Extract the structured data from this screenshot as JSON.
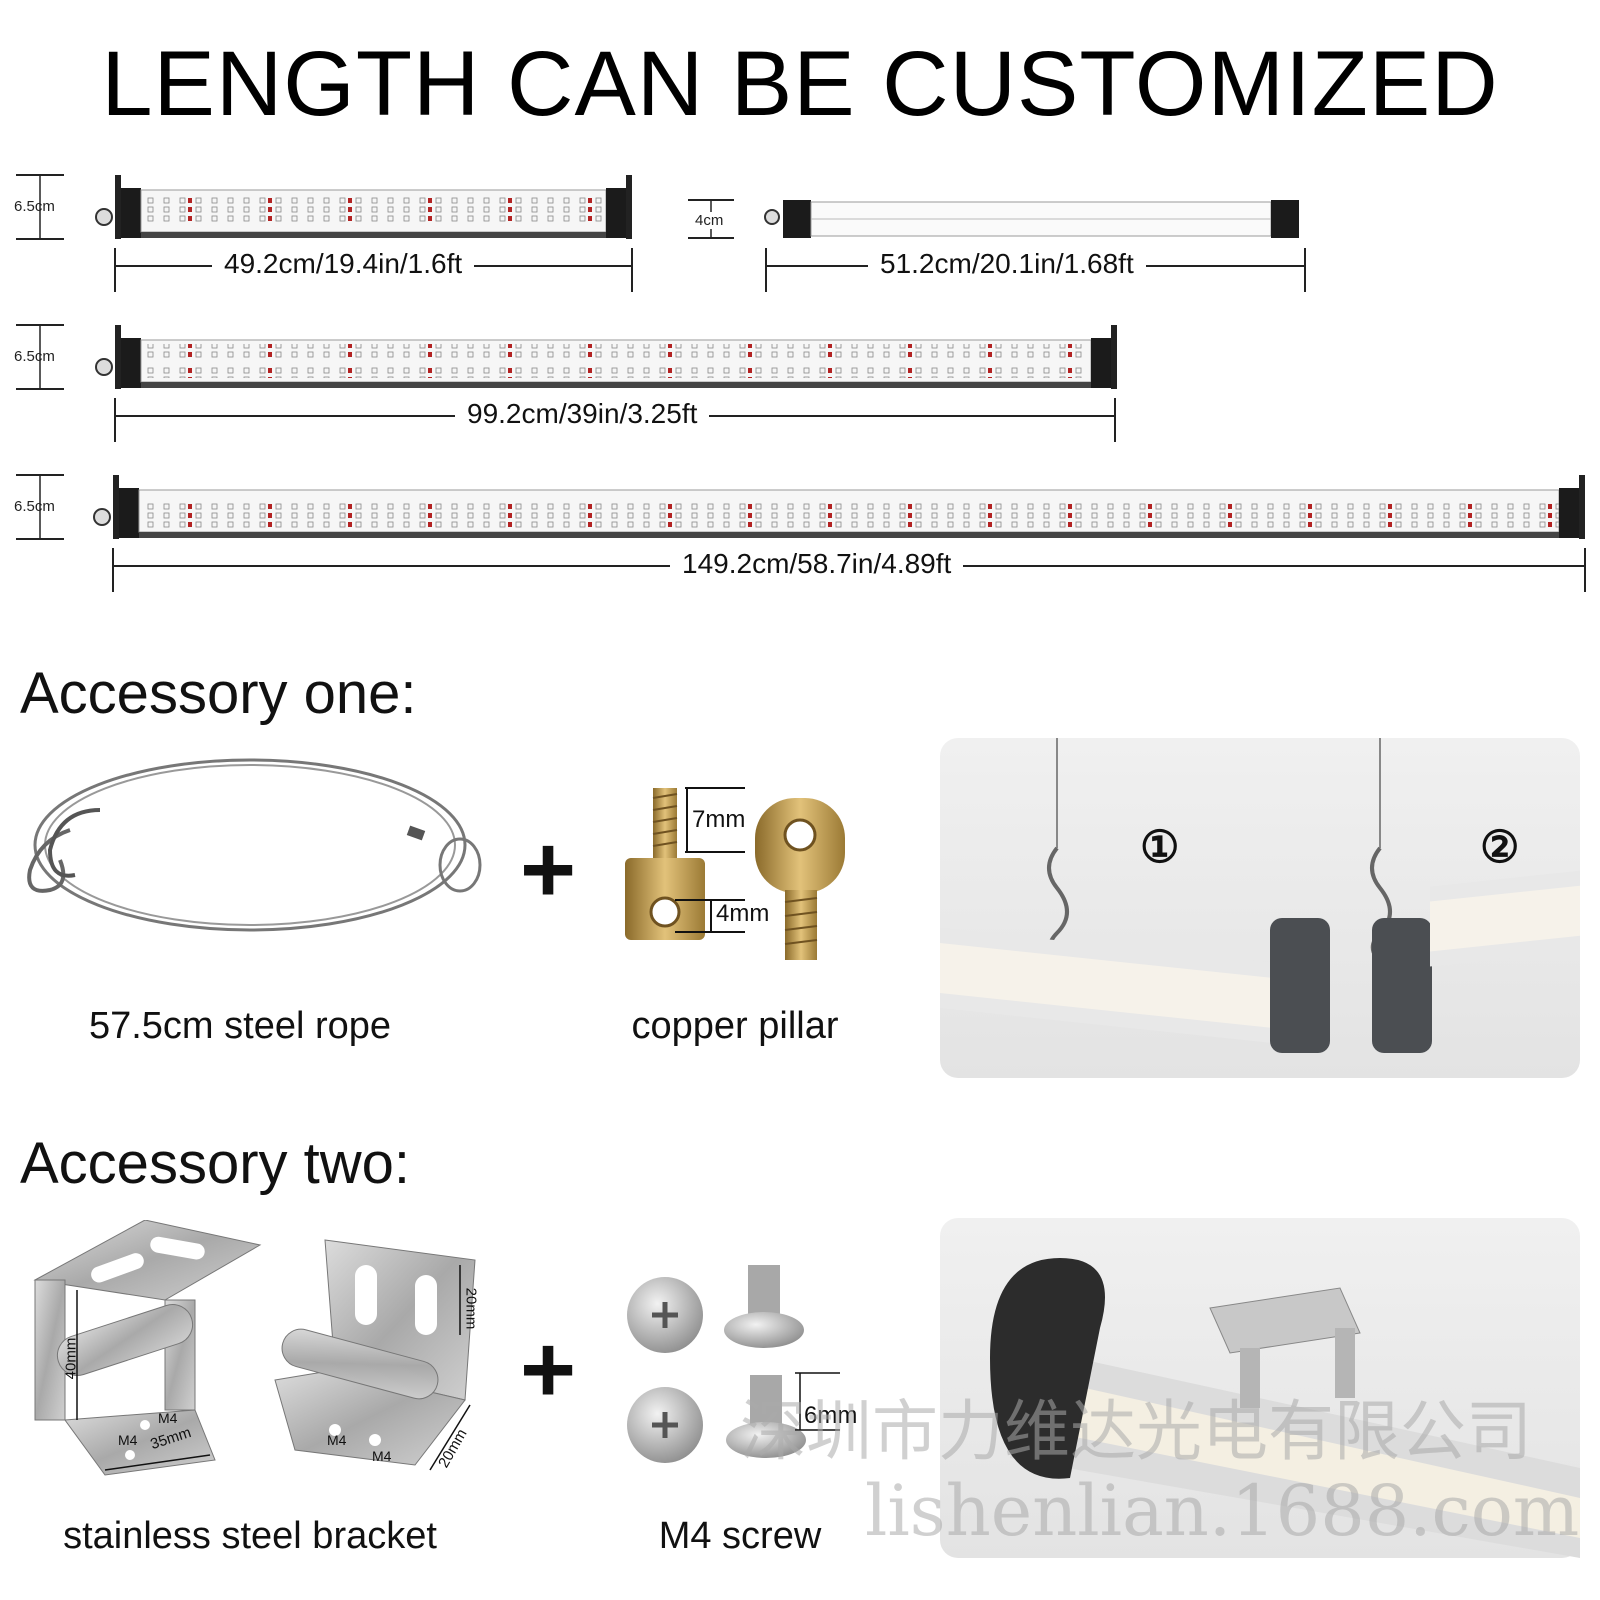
{
  "title": "LENGTH CAN BE CUSTOMIZED",
  "bars": [
    {
      "height_label": "6.5cm",
      "length_label": "49.2cm/19.4in/1.6ft"
    },
    {
      "height_label": "4cm",
      "length_label": "51.2cm/20.1in/1.68ft"
    },
    {
      "height_label": "6.5cm",
      "length_label": "99.2cm/39in/3.25ft"
    },
    {
      "height_label": "6.5cm",
      "length_label": "149.2cm/58.7in/4.89ft"
    }
  ],
  "accessory_one": {
    "heading": "Accessory one:",
    "rope_caption": "57.5cm steel rope",
    "pillar_caption": "copper pillar",
    "pillar_dims": [
      "7mm",
      "4mm"
    ],
    "plus": "+",
    "steps": [
      "①",
      "②"
    ]
  },
  "accessory_two": {
    "heading": "Accessory two:",
    "bracket_caption": "stainless steel bracket",
    "screw_caption": "M4 screw",
    "bracket_dims": [
      "40mm",
      "35mm",
      "20mm",
      "20mm"
    ],
    "hole_labels": [
      "M4",
      "M4",
      "M4",
      "M4"
    ],
    "screw_dim": "6mm",
    "plus": "+"
  },
  "watermark": {
    "company": "深圳市力维达光电有限公司",
    "site": "lishenlian.1688.com"
  }
}
